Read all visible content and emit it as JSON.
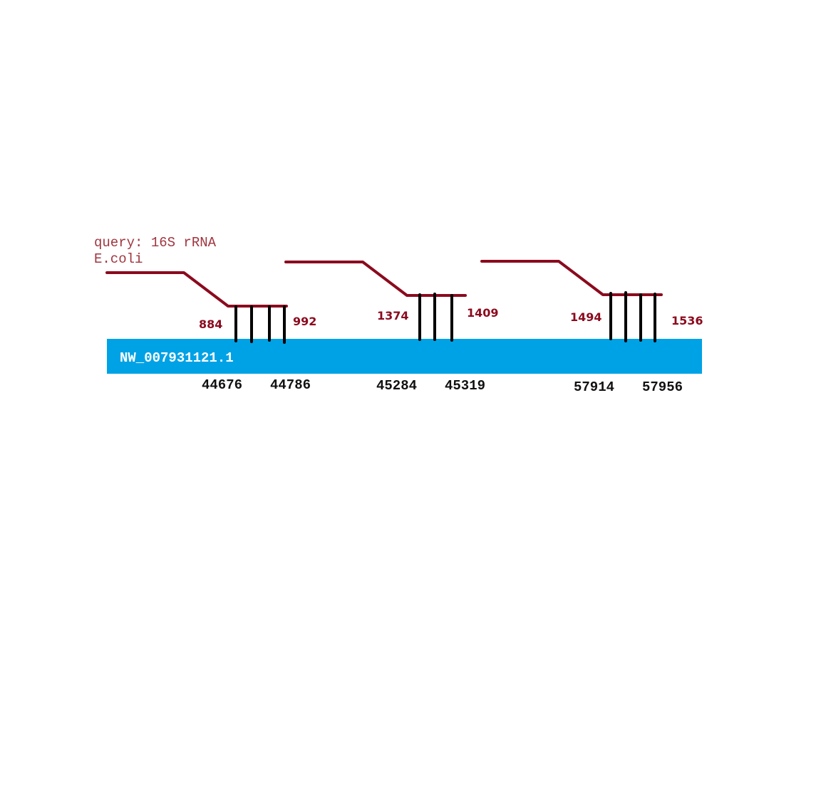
{
  "query": {
    "line1": "query: 16S rRNA",
    "line2": "E.coli"
  },
  "subject": {
    "name": "NW_007931121.1"
  },
  "colors": {
    "query": "#8b0a1e",
    "subject": "#00a2e6",
    "match": "#000000"
  },
  "alignments": [
    {
      "query_start": "884",
      "query_end": "992",
      "subject_start": "44676",
      "subject_end": "44786"
    },
    {
      "query_start": "1374",
      "query_end": "1409",
      "subject_start": "45284",
      "subject_end": "45319"
    },
    {
      "query_start": "1494",
      "query_end": "1536",
      "subject_start": "57914",
      "subject_end": "57956"
    }
  ]
}
